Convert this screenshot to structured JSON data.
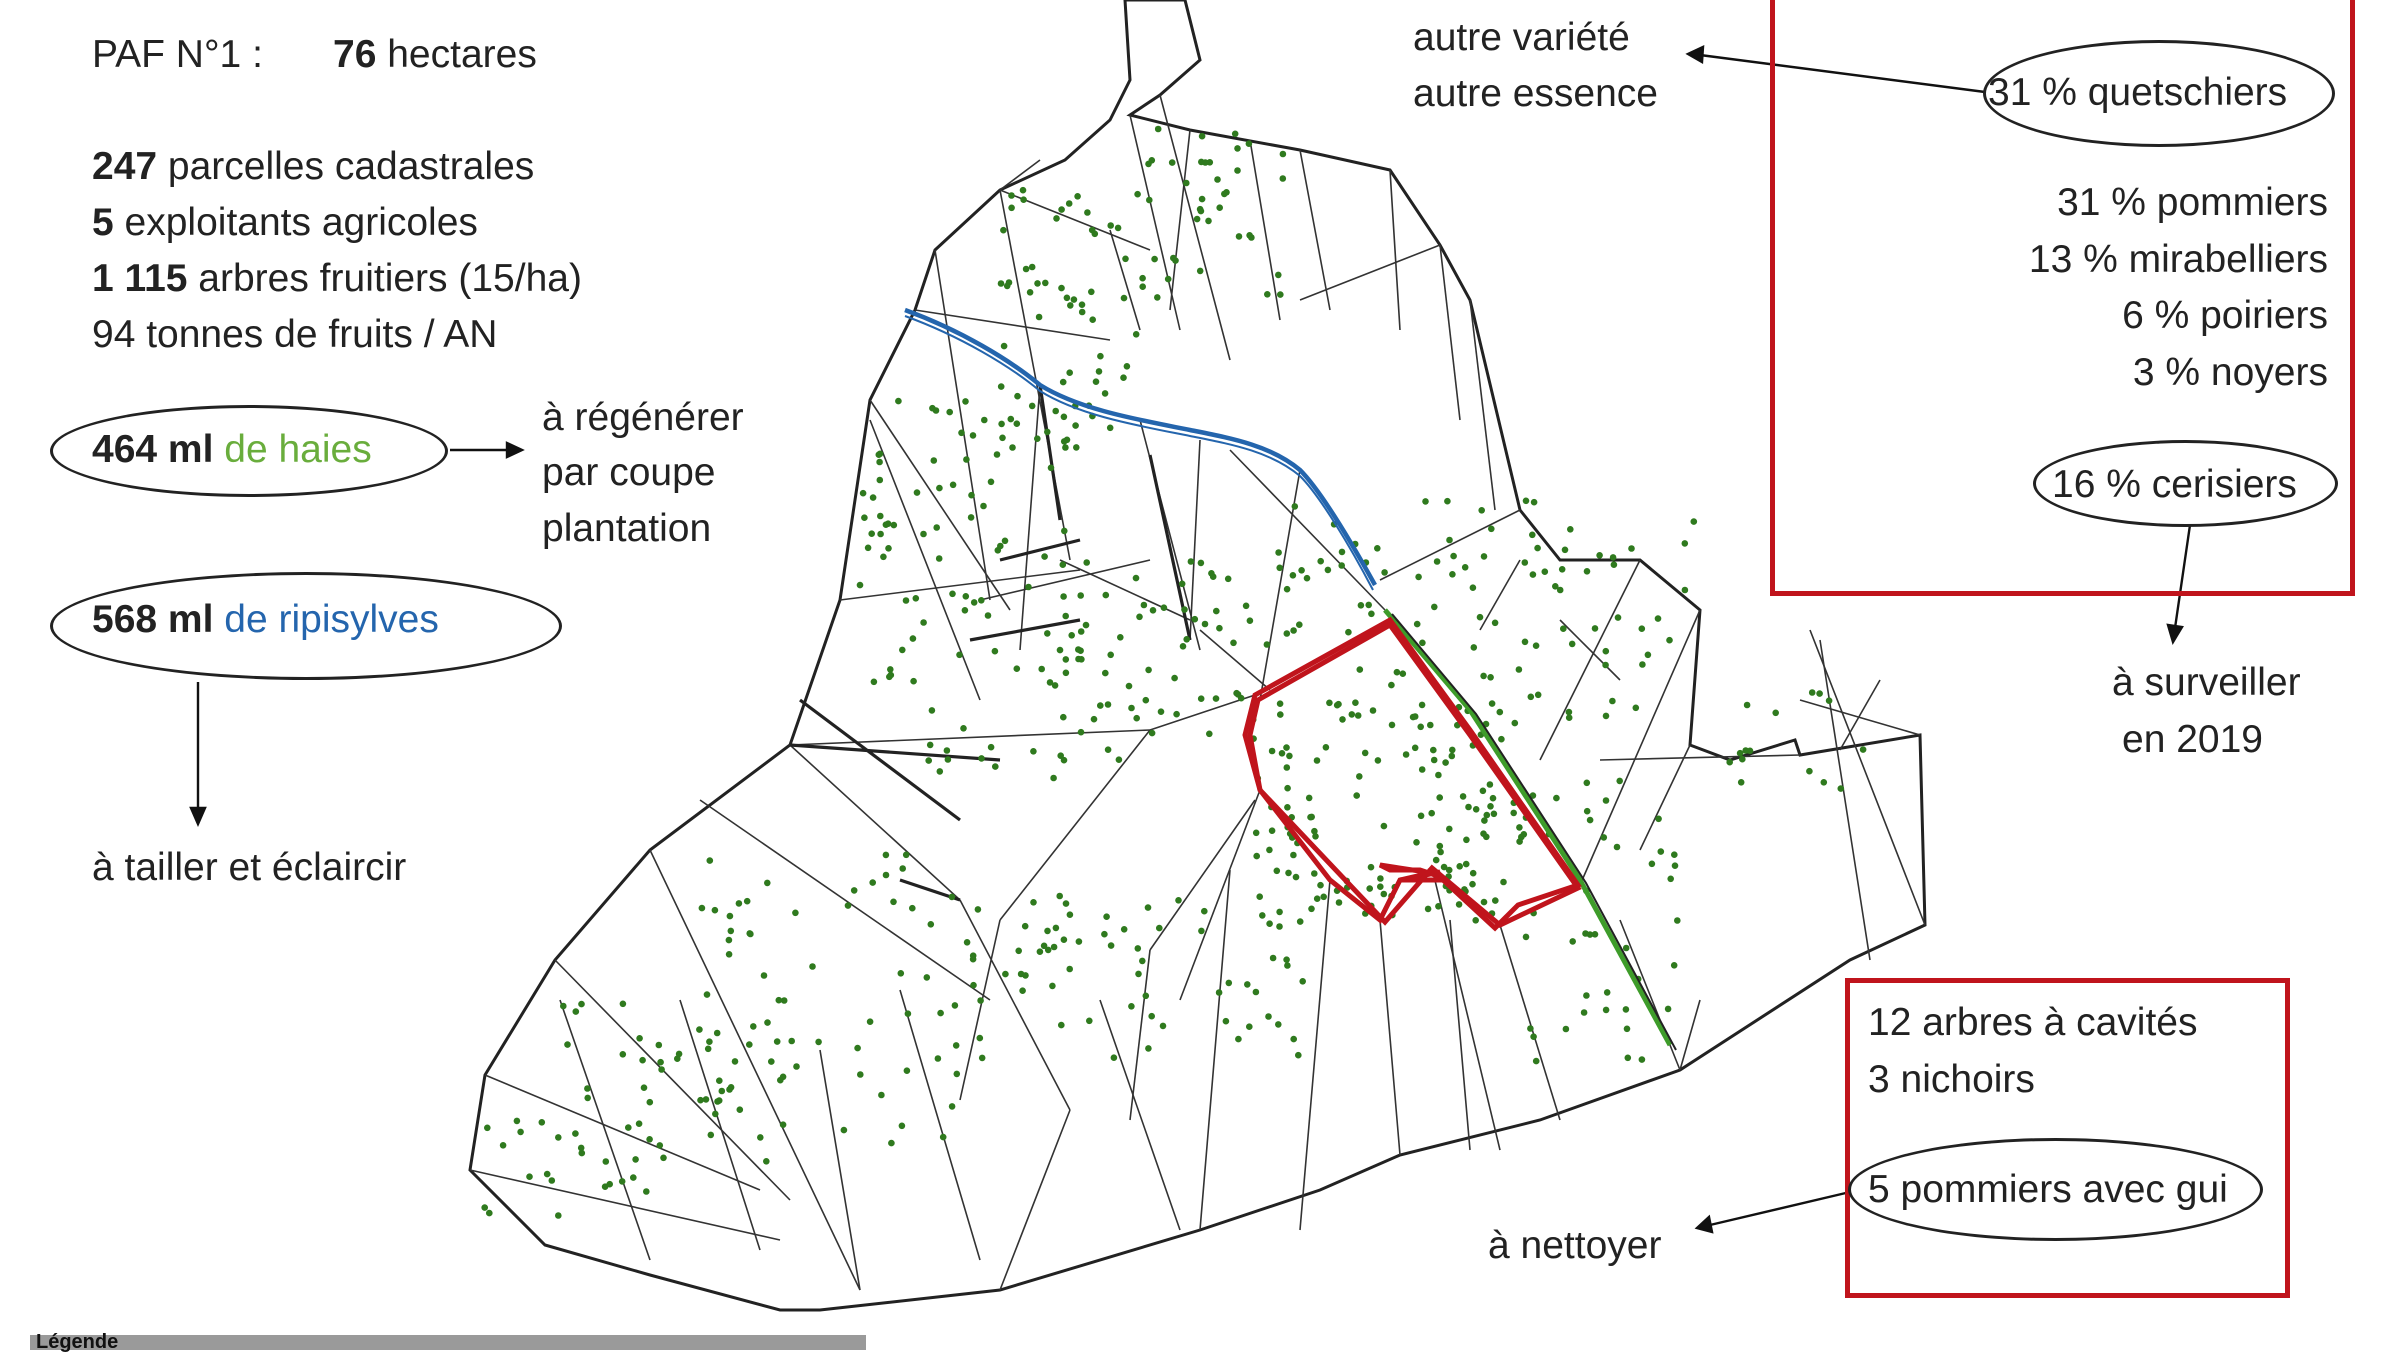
{
  "colors": {
    "hedge_green": "#69ad3c",
    "ripisylve_blue": "#2465ad",
    "frame_red": "#c0141c",
    "tree_dot": "#2f7a1e"
  },
  "summary": {
    "paf_label": "PAF N°1 :",
    "area_value": "76",
    "area_unit": "hectares",
    "parcels_value": "247",
    "parcels_text": "parcelles cadastrales",
    "farmers_value": "5",
    "farmers_text": "exploitants agricoles",
    "trees_value": "1 115",
    "trees_text": "arbres fruitiers (15/ha)",
    "tonnage_text": "94 tonnes de fruits / AN"
  },
  "hedges": {
    "value": "464 ml",
    "label": "de haies"
  },
  "hedges_action": {
    "line1": "à régénérer",
    "line2": "par coupe",
    "line3": "plantation"
  },
  "ripisylves": {
    "value": "568 ml",
    "label": "de ripisylves"
  },
  "ripisylves_action": "à tailler et éclaircir",
  "variety_note": {
    "line1": "autre variété",
    "line2": "autre essence"
  },
  "species": {
    "quetschiers": "31 %   quetschiers",
    "pommiers": "31 %   pommiers",
    "mirabelliers": "13 %   mirabelliers",
    "poiriers": "6 %   poiriers",
    "noyers": "3 %   noyers",
    "cerisiers": "16 %   cerisiers"
  },
  "watch_note": {
    "line1": "à surveiller",
    "line2": "en 2019"
  },
  "habitat": {
    "cavities": "12 arbres à cavités",
    "nest_boxes": "3 nichoirs",
    "mistletoe": "5 pommiers avec gui"
  },
  "clean_note": "à nettoyer",
  "legend_title": "Légende"
}
